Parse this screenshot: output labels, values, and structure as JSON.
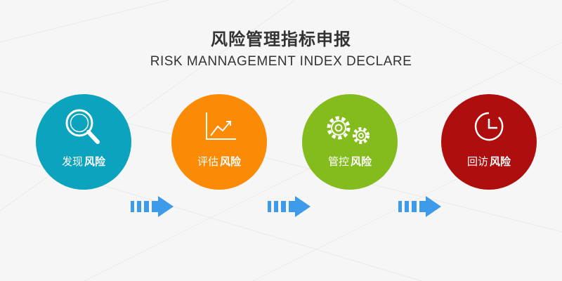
{
  "header": {
    "title": "风险管理指标申报",
    "subtitle": "RISK MANNAGEMENT INDEX DECLARE"
  },
  "steps": [
    {
      "verb": "发现",
      "noun": "风险",
      "icon": "search-icon",
      "color": "#0ba3bd"
    },
    {
      "verb": "评估",
      "noun": "风险",
      "icon": "chart-trend-icon",
      "color": "#fb8a05"
    },
    {
      "verb": "管控",
      "noun": "风险",
      "icon": "gears-icon",
      "color": "#83bc1c"
    },
    {
      "verb": "回访",
      "noun": "风险",
      "icon": "clock-icon",
      "color": "#ae0f0e"
    }
  ],
  "arrow_color": "#3d9be9"
}
